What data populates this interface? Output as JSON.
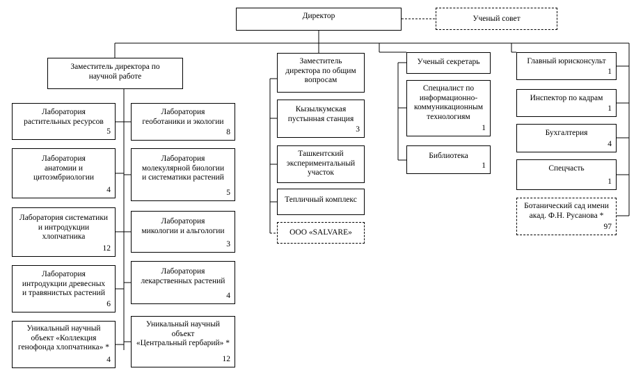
{
  "director": {
    "title": "Директор"
  },
  "council": {
    "title": "Ученый совет"
  },
  "science_deputy": {
    "title": "Заместитель директора по\nнаучной работе",
    "labs_left": [
      {
        "title": "Лаборатория\nрастительных ресурсов",
        "count": "5"
      },
      {
        "title": "Лаборатория\nанатомии и\nцитоэмбриологии",
        "count": "4"
      },
      {
        "title": "Лаборатория систематики\nи интродукции\nхлопчатника",
        "count": "12"
      },
      {
        "title": "Лаборатория\nинтродукции древесных\nи травянистых растений",
        "count": "6"
      },
      {
        "title": "Уникальный научный\nобъект «Коллекция\nгенофонда хлопчатника» *",
        "count": "4"
      }
    ],
    "labs_right": [
      {
        "title": "Лаборатория\nгеоботаники и экологии",
        "count": "8"
      },
      {
        "title": "Лаборатория\nмолекулярной биологии\nи систематики растений",
        "count": "5"
      },
      {
        "title": "Лаборатория\nмикологии и альгологии",
        "count": "3"
      },
      {
        "title": "Лаборатория\nлекарственных растений",
        "count": "4"
      },
      {
        "title": "Уникальный научный\nобъект\n«Центральный гербарий» *",
        "count": "12"
      }
    ]
  },
  "general_deputy": {
    "title": "Заместитель\nдиректора по общим\nвопросам",
    "units": [
      {
        "title": "Кызылкумская\nпустынная станция",
        "count": "3"
      },
      {
        "title": "Ташкентский\nэкспериментальный\nучасток",
        "count": ""
      },
      {
        "title": "Тепличный комплекс",
        "count": ""
      },
      {
        "title": "ООО «SALVARE»",
        "count": ""
      }
    ]
  },
  "secretary": {
    "title": "Ученый секретарь",
    "units": [
      {
        "title": "Специалист по\nинформационно-\nкоммуникационным\nтехнологиям",
        "count": "1"
      },
      {
        "title": "Библиотека",
        "count": "1"
      }
    ]
  },
  "right_column": [
    {
      "title": "Главный юрисконсульт",
      "count": "1"
    },
    {
      "title": "Инспектор по кадрам",
      "count": "1"
    },
    {
      "title": "Бухгалтерия",
      "count": "4"
    },
    {
      "title": "Спецчасть",
      "count": "1"
    },
    {
      "title": "Ботанический сад имени\nакад. Ф.Н. Русанова *",
      "count": "97"
    }
  ]
}
